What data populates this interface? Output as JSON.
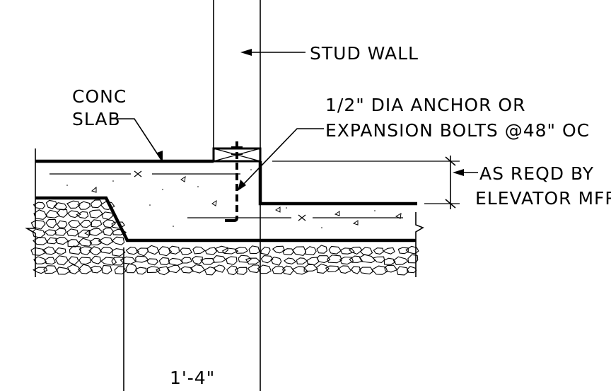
{
  "labels": {
    "stud_wall": "STUD WALL",
    "conc_line1": "CONC",
    "conc_line2": "SLAB",
    "anchor_line1": "1/2\" DIA ANCHOR OR",
    "anchor_line2": "EXPANSION BOLTS @48\" OC",
    "reqd_line1": "AS REQD BY",
    "reqd_line2": "ELEVATOR MFR",
    "dimension": "1'-4\""
  },
  "colors": {
    "line": "#000000",
    "background": "#ffffff"
  }
}
